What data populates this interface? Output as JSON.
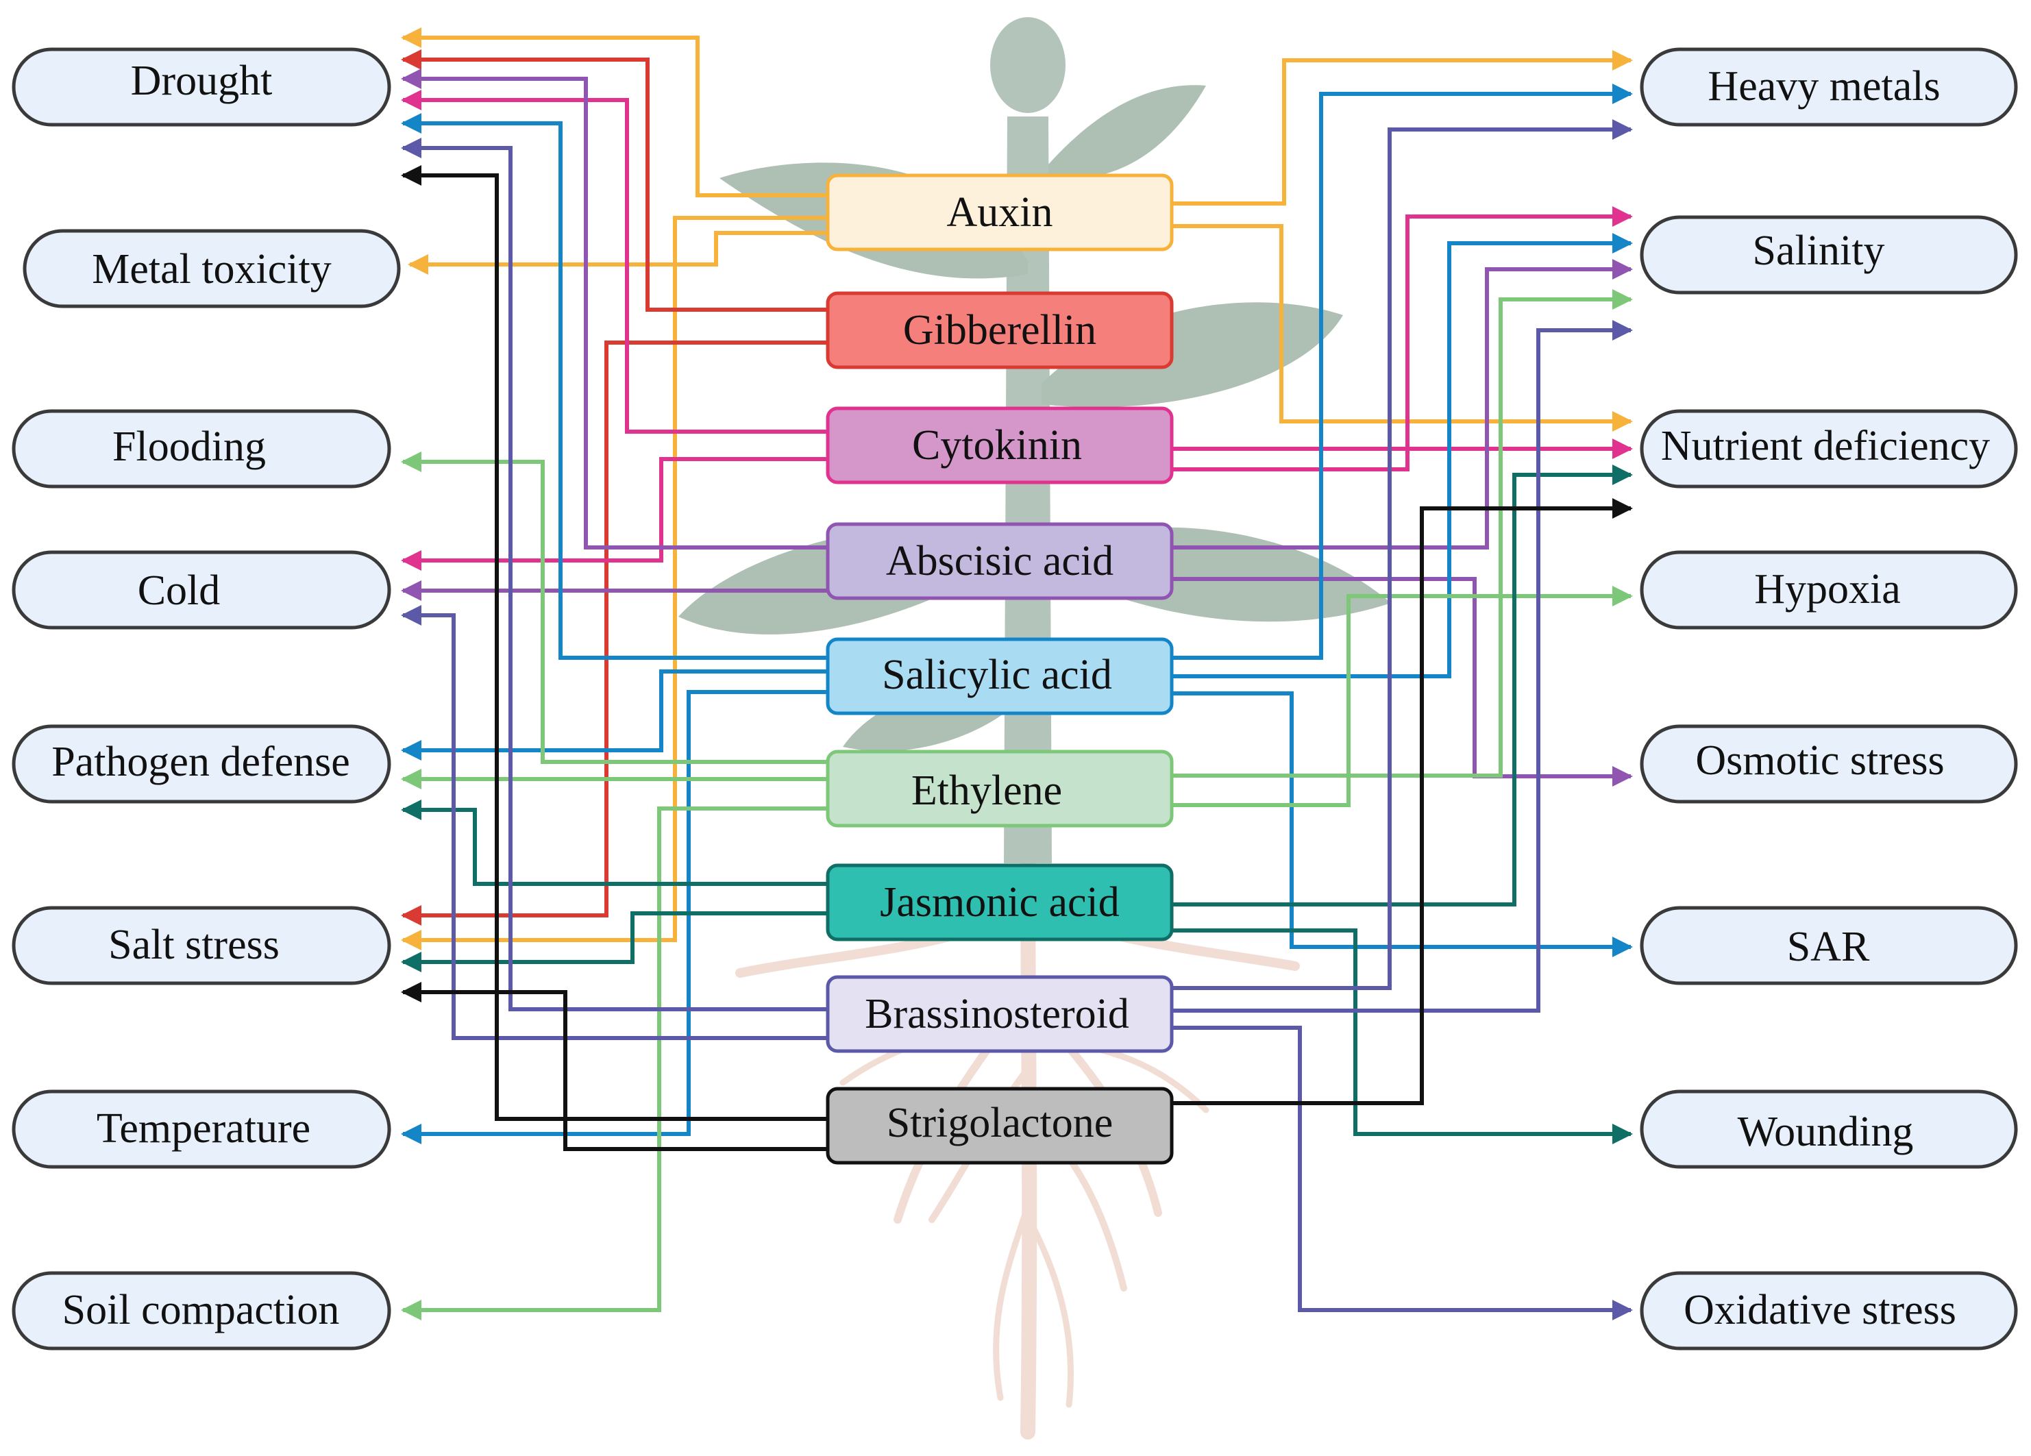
{
  "stressors_left": [
    "Drought",
    "Metal toxicity",
    "Flooding",
    "Cold",
    "Pathogen defense",
    "Salt stress",
    "Temperature",
    "Soil compaction"
  ],
  "stressors_right": [
    "Heavy metals",
    "Salinity",
    "Nutrient deficiency",
    "Hypoxia",
    "Osmotic stress",
    "SAR",
    "Wounding",
    "Oxidative stress"
  ],
  "hormones": [
    {
      "name": "Auxin",
      "fill": "#fdf1dc",
      "stroke": "#f7b23b"
    },
    {
      "name": "Gibberellin",
      "fill": "#f47f7b",
      "stroke": "#d93a32"
    },
    {
      "name": "Cytokinin",
      "fill": "#d596c9",
      "stroke": "#e0338f"
    },
    {
      "name": "Abscisic acid",
      "fill": "#c3b9df",
      "stroke": "#8f55b0"
    },
    {
      "name": "Salicylic acid",
      "fill": "#a9dcf3",
      "stroke": "#1486c8"
    },
    {
      "name": "Ethylene",
      "fill": "#c5e2cc",
      "stroke": "#7cc778"
    },
    {
      "name": "Jasmonic acid",
      "fill": "#2fbfb0",
      "stroke": "#0f6e66"
    },
    {
      "name": "Brassinosteroid",
      "fill": "#e4e1f3",
      "stroke": "#5c5aa8"
    },
    {
      "name": "Strigolactone",
      "fill": "#bdbdbd",
      "stroke": "#111111"
    }
  ]
}
